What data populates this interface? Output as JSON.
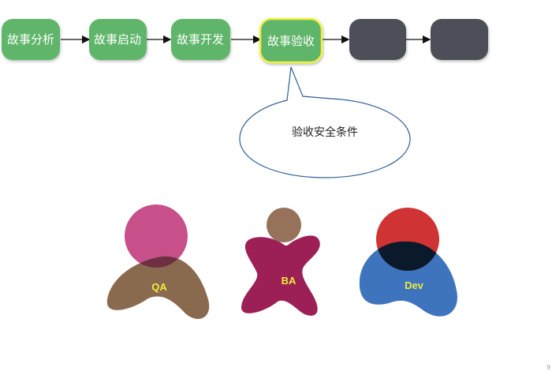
{
  "pipeline": {
    "steps": [
      {
        "label": "故事分析",
        "color": "#5fb56a",
        "state": "done"
      },
      {
        "label": "故事启动",
        "color": "#5fb56a",
        "state": "done"
      },
      {
        "label": "故事开发",
        "color": "#5fb56a",
        "state": "done"
      },
      {
        "label": "故事验收",
        "color": "#5fb56a",
        "state": "current",
        "highlight_color": "#f2ef3a"
      },
      {
        "label": "",
        "color": "#4d5058",
        "state": "pending"
      },
      {
        "label": "",
        "color": "#4d5058",
        "state": "pending"
      }
    ]
  },
  "callout": {
    "label": "验收安全条件"
  },
  "roles": [
    {
      "label": "QA",
      "label_color": "#f1ea3c",
      "body_color": "#8a6a4e",
      "head_color": "#c7508a",
      "overlap_color": "#6e3040"
    },
    {
      "label": "BA",
      "label_color": "#f1ea3c",
      "body_color": "#9c2056",
      "head_color": "#957259"
    },
    {
      "label": "Dev",
      "label_color": "#f1ea3c",
      "body_color": "#3d74bd",
      "head_color": "#cf3333",
      "overlap_color": "#0b1a2a"
    }
  ],
  "page_number": "9"
}
